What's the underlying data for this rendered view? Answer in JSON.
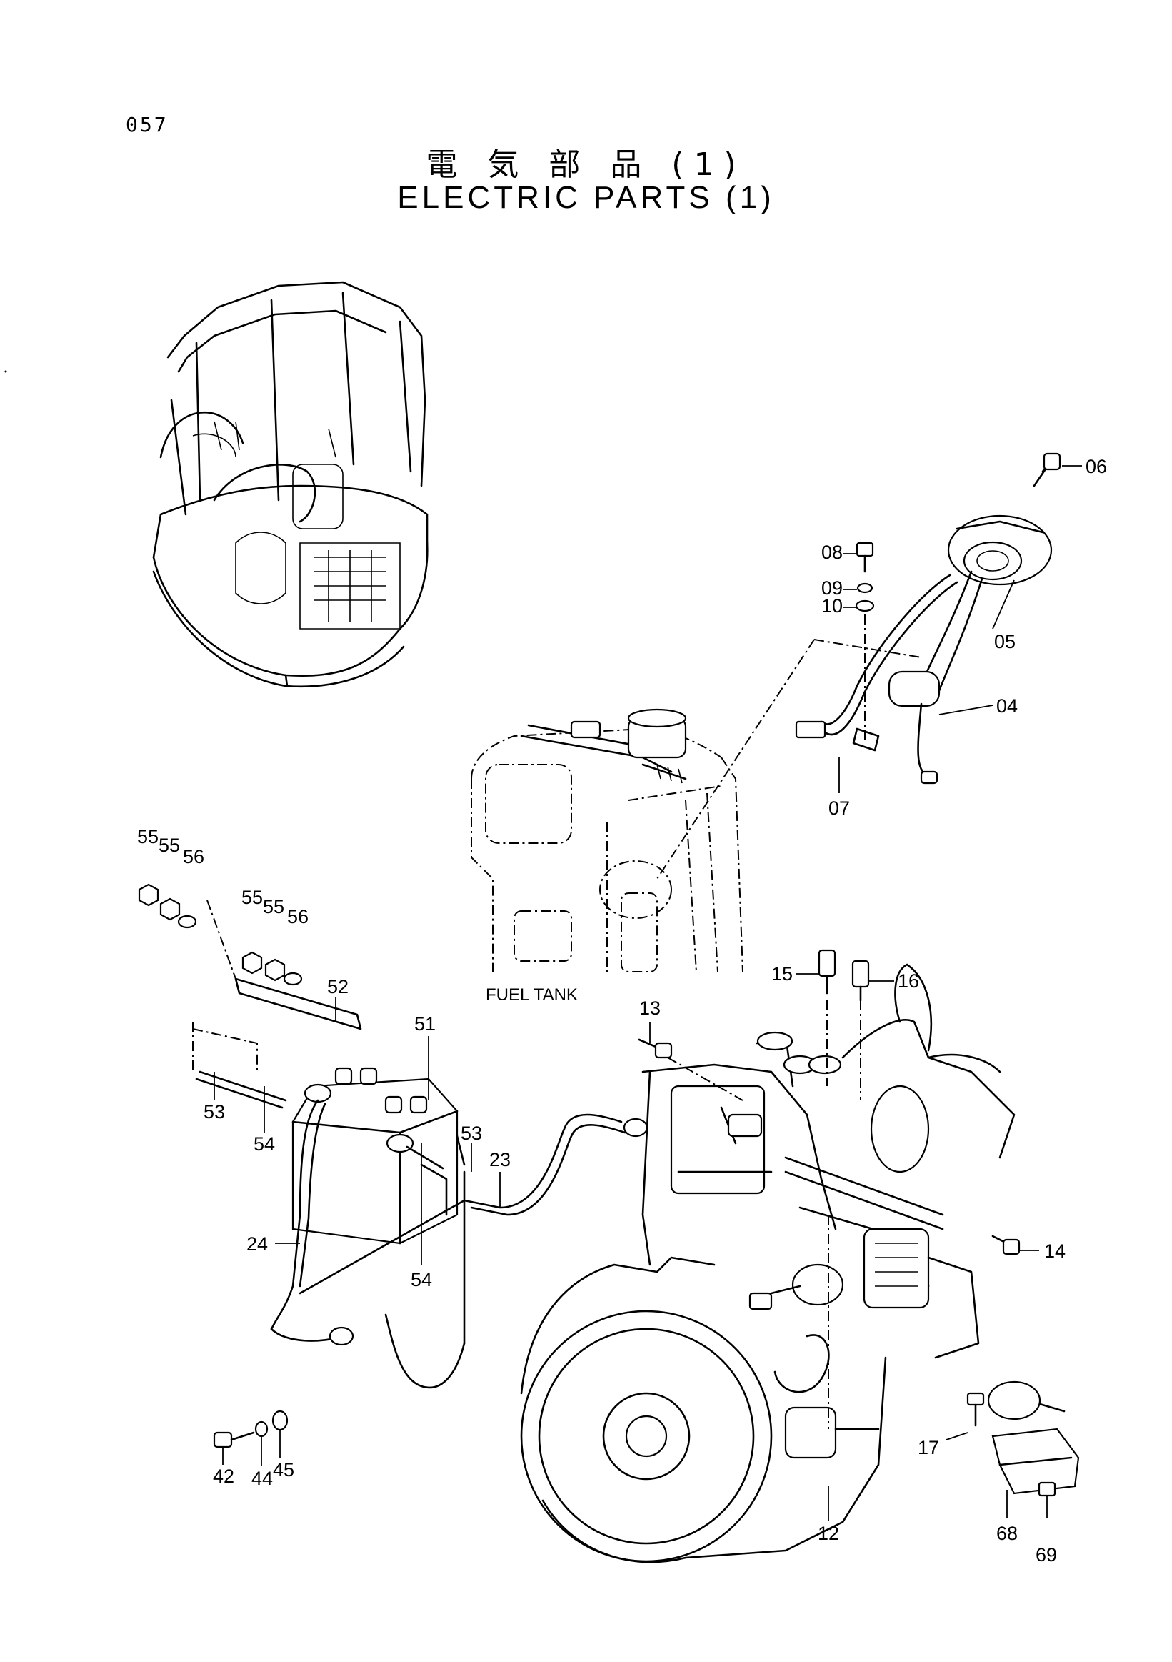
{
  "page_number": "057",
  "title_jp": "電 気 部 品 (1)",
  "title_en": "ELECTRIC PARTS (1)",
  "captions": {
    "fuel_tank": "FUEL TANK"
  },
  "callouts": {
    "c04": "04",
    "c05": "05",
    "c06": "06",
    "c07": "07",
    "c08": "08",
    "c09": "09",
    "c10": "10",
    "c12": "12",
    "c13": "13",
    "c14": "14",
    "c15": "15",
    "c16": "16",
    "c17": "17",
    "c23": "23",
    "c24": "24",
    "c42": "42",
    "c44": "44",
    "c45": "45",
    "c51": "51",
    "c52": "52",
    "c53a": "53",
    "c53b": "53",
    "c54a": "54",
    "c54b": "54",
    "c55a": "55",
    "c55b": "55",
    "c55c": "55",
    "c55d": "55",
    "c56a": "56",
    "c56b": "56",
    "c68": "68",
    "c69": "69"
  }
}
